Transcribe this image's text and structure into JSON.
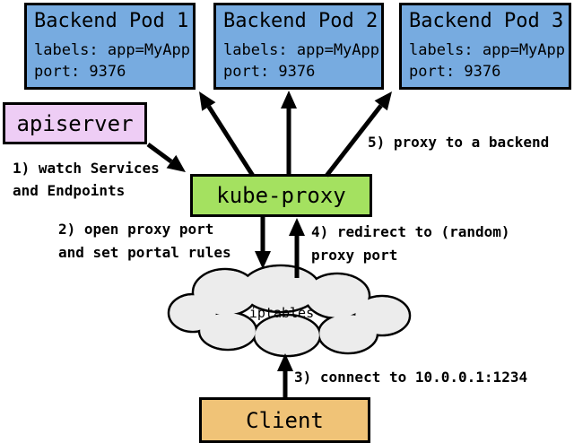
{
  "colors": {
    "pod_fill": "#77ABE0",
    "apiserver_fill": "#EECDF5",
    "kube_proxy_fill": "#A4E160",
    "client_fill": "#F0C377",
    "cloud_fill": "#ECECEC",
    "line_color": "#000000",
    "background": "#FFFFFF"
  },
  "pods": [
    {
      "title": "Backend Pod 1",
      "labels_line": "labels: app=MyApp",
      "port_line": "port: 9376"
    },
    {
      "title": "Backend Pod 2",
      "labels_line": "labels: app=MyApp",
      "port_line": "port: 9376"
    },
    {
      "title": "Backend Pod 3",
      "labels_line": "labels: app=MyApp",
      "port_line": "port: 9376"
    }
  ],
  "nodes": {
    "apiserver": "apiserver",
    "kube_proxy": "kube-proxy",
    "iptables": "iptables",
    "client": "Client"
  },
  "annotations": {
    "step1": {
      "line1": "1) watch Services",
      "line2": "and Endpoints"
    },
    "step2": {
      "line1": "2) open proxy port",
      "line2": "and set portal rules"
    },
    "step3": {
      "line1": "3) connect to 10.0.0.1:1234"
    },
    "step4": {
      "line1": "4) redirect to (random)",
      "line2": "proxy port"
    },
    "step5": {
      "line1": "5) proxy to a backend"
    }
  }
}
